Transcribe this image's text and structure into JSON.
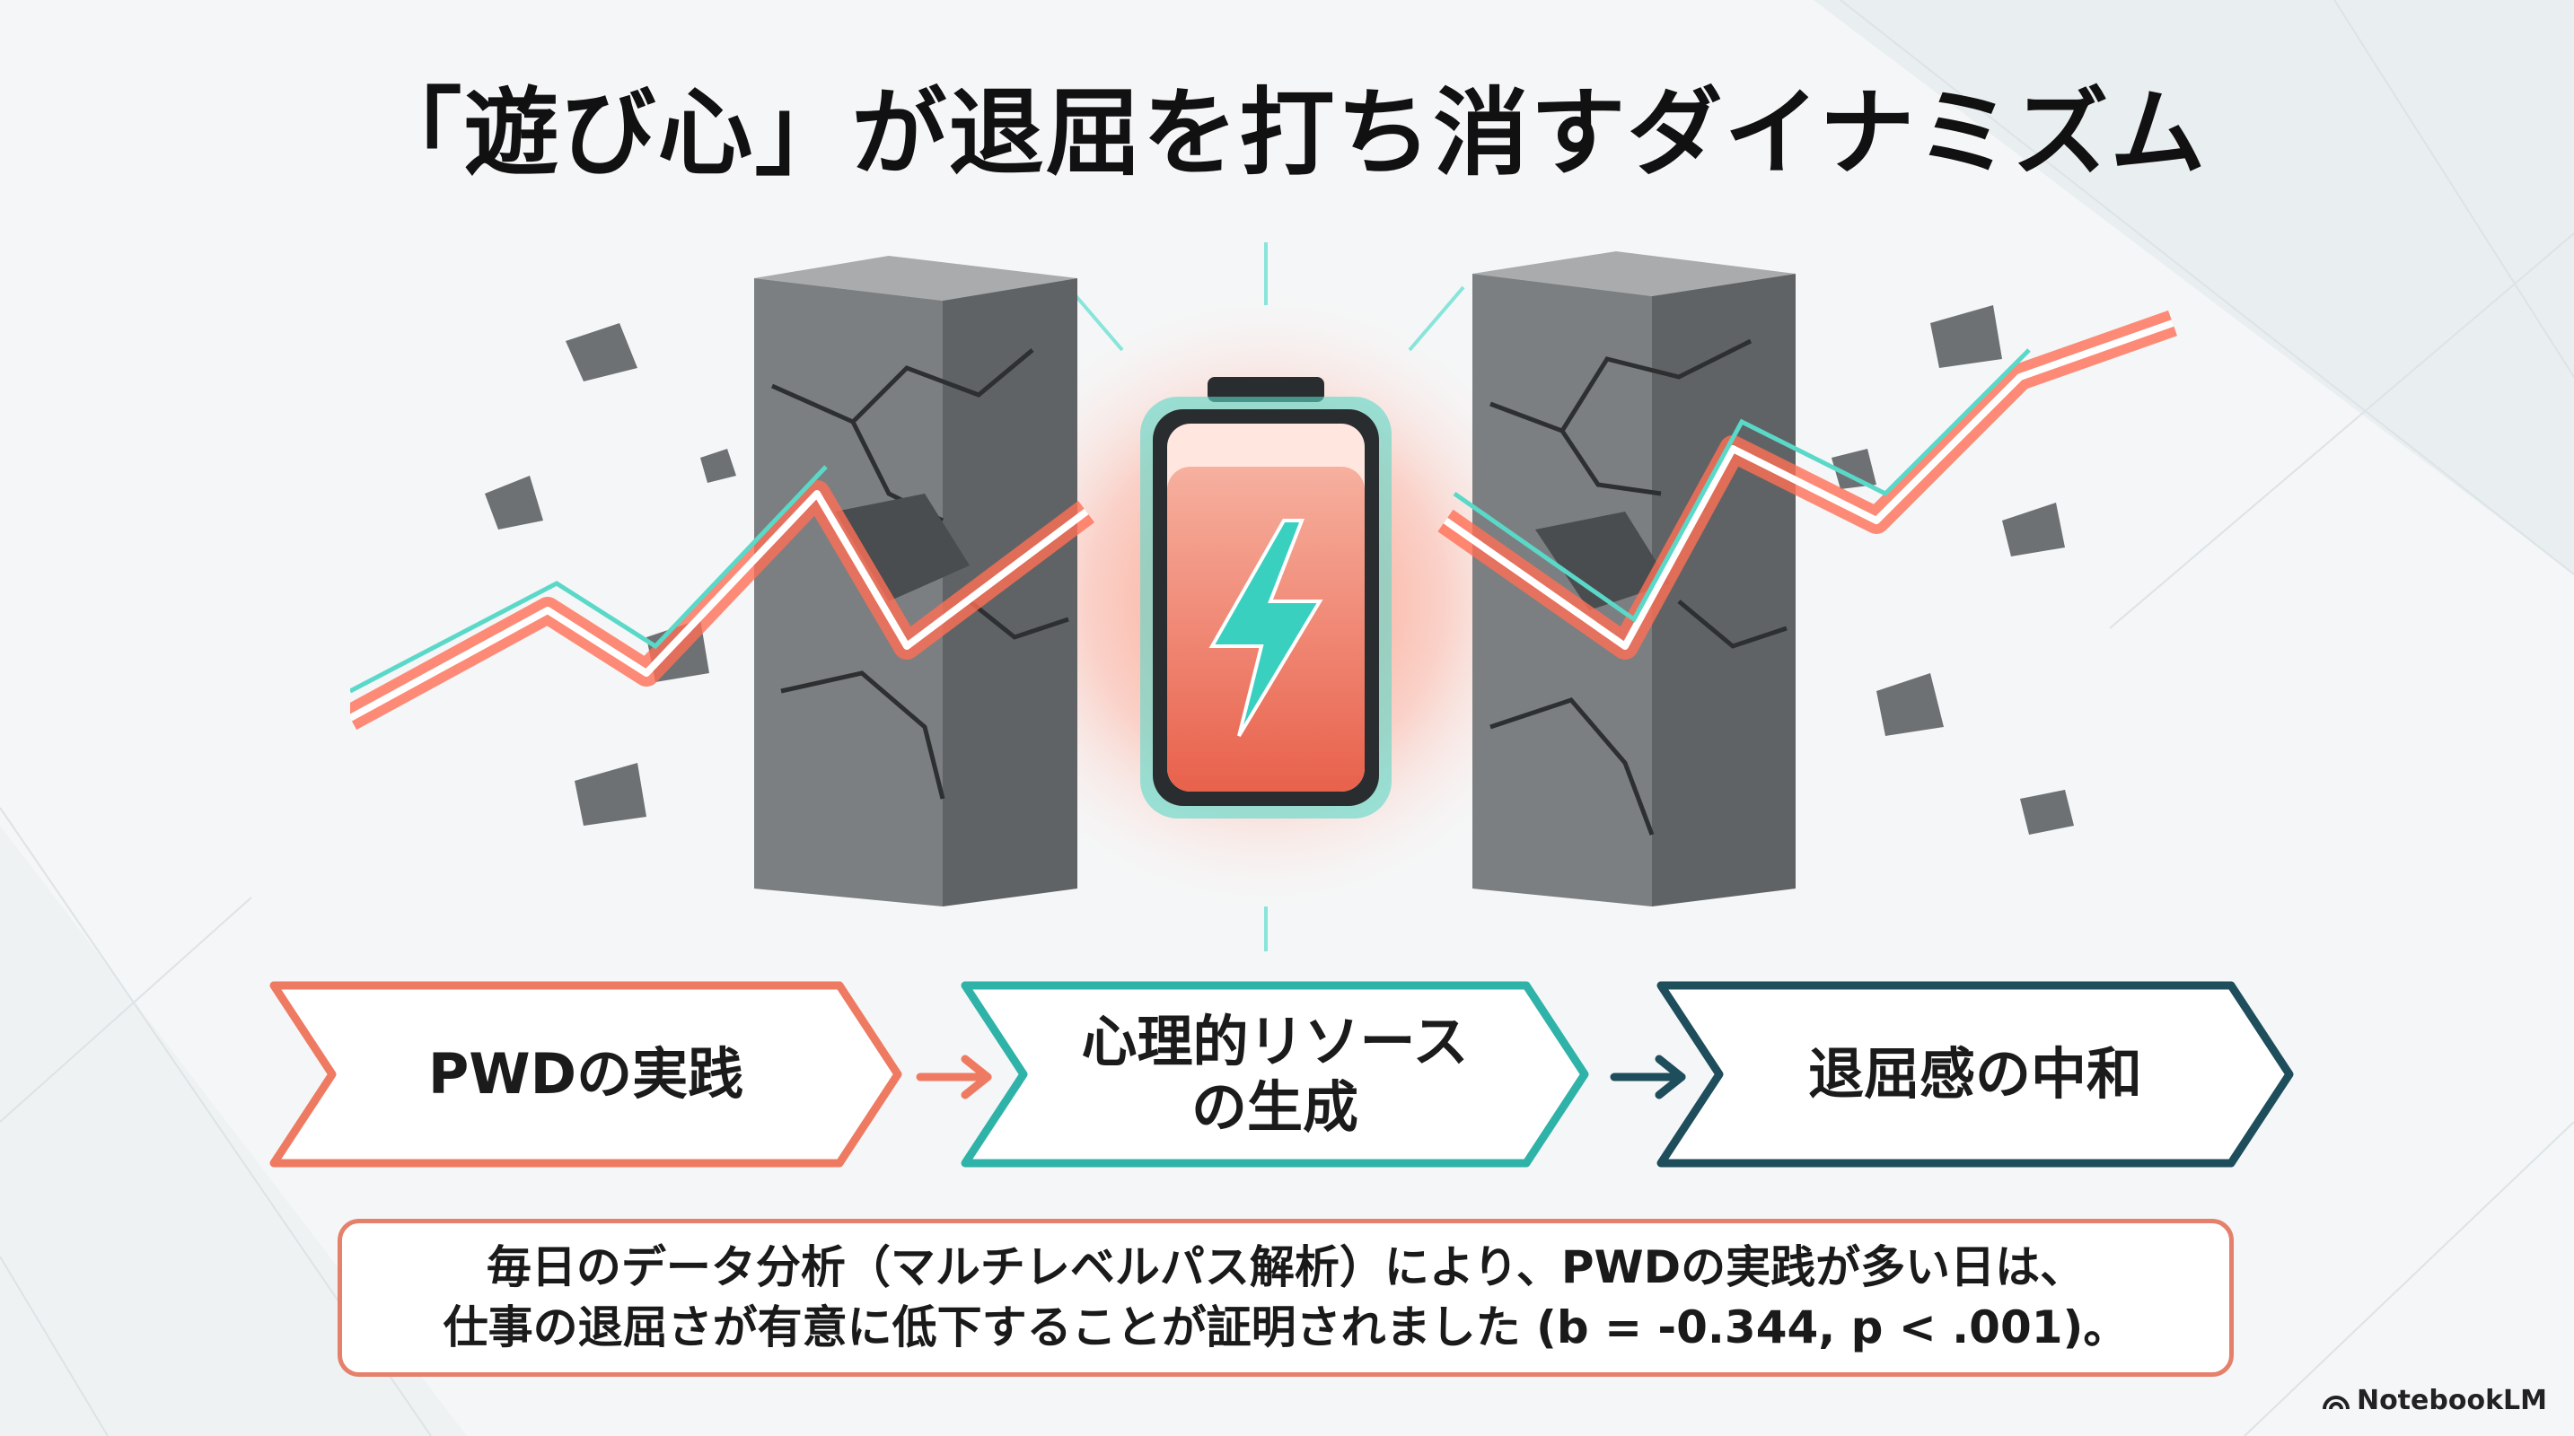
{
  "title": "「遊び心」が退屈を打ち消すダイナミズム",
  "flow": [
    {
      "label": "PWDの実践",
      "color": "#ef7a62"
    },
    {
      "label_line1": "心理的リソース",
      "label_line2": "の生成",
      "color": "#2fb3a8"
    },
    {
      "label": "退屈感の中和",
      "color": "#1e4d5c"
    }
  ],
  "note": {
    "line1": "毎日のデータ分析（マルチレベルパス解析）により、PWDの実践が多い日は、",
    "line2": "仕事の退屈さが有意に低下することが証明されました (b = -0.344, p < .001)。"
  },
  "brand": "NotebookLM",
  "colors": {
    "coral": "#ef7a62",
    "teal": "#2fb3a8",
    "navy": "#1e4d5c",
    "stone": "#8a8d8f"
  },
  "icons": [
    "battery-icon",
    "lightning-bolt-icon",
    "cracked-stone-block-icon",
    "arrow-right-icon",
    "notebooklm-logo-icon"
  ]
}
